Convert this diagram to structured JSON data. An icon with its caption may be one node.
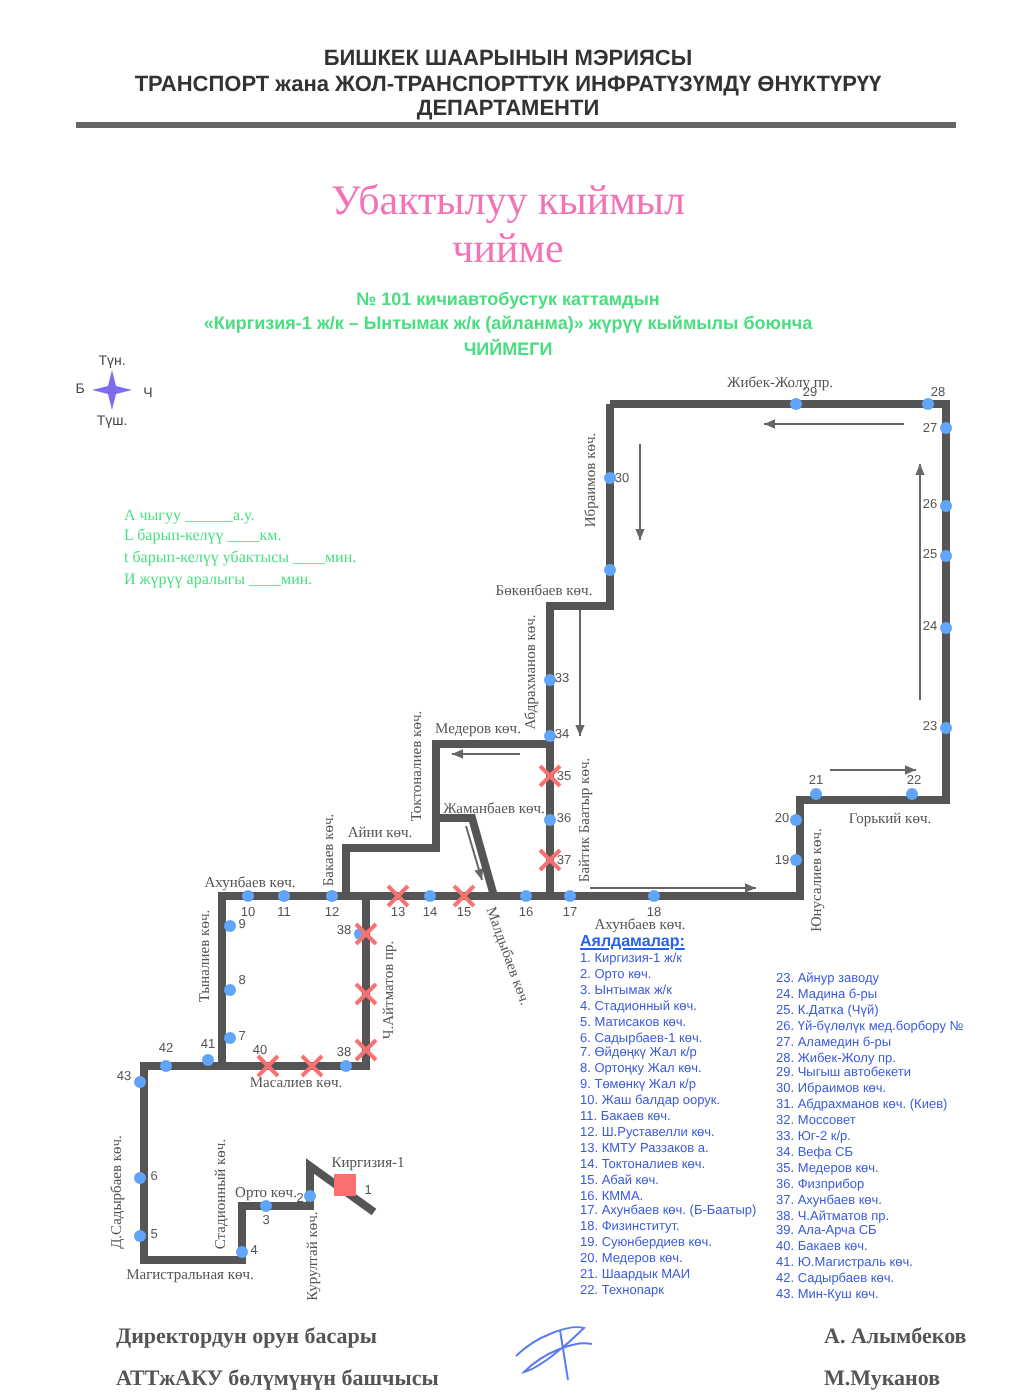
{
  "diagram": {
    "title": "Убактылуу кыймыл чийме",
    "labels": [
      "БИШКЕК ШААРЫНЫН МЭРИЯСЫ",
      "ТРАНСПОРТ жана ЖОЛ-ТРАНСПОРТТУК ИНФРАТҮЗҮМДҮ ӨНҮКТҮРҮҮ",
      "ДЕПАРТАМЕНТИ",
      "№ 101 кичиавтобустук каттамдын",
      "«Киргизия-1 ж/к – Ынтымак ж/к (айланма)» жүрүү кыймылы боюнча",
      "ЧИЙМЕГИ",
      "Түн.",
      "Б",
      "Ч",
      "Түш.",
      "А чыгуу ______а.у.",
      "L барып-келүү ____км.",
      "t барып-келүү убактысы ____мин.",
      "И жүрүү аралыгы ____мин.",
      "Жибек-Жолу пр.",
      "29",
      "28",
      "27",
      "Ибраимов көч.",
      "30",
      "26",
      "25",
      "24",
      "Бөкөнбаев көч.",
      "Абдрахманов көч.",
      "33",
      "23",
      "Медеров көч.",
      "34",
      "Токтоналиев көч.",
      "35",
      "21",
      "22",
      "Байтик Баатыр көч.",
      "Жаманбаев көч.",
      "36",
      "20",
      "Горький көч.",
      "Айни көч.",
      "Бакаев көч.",
      "37",
      "19",
      "Юнусалиев көч.",
      "Ахунбаев көч.",
      "10",
      "11",
      "12",
      "13",
      "14",
      "15",
      "16",
      "17",
      "18",
      "Ахунбаев көч.",
      "Малдыбаев көч.",
      "9",
      "38",
      "Тыналиев көч.",
      "Ч.Айтматов пр.",
      "8",
      "7",
      "41",
      "42",
      "40",
      "38",
      "43",
      "Масалиев көч.",
      "Д.Садырбаев көч.",
      "6",
      "Киргизия-1",
      "Орто көч.",
      "1",
      "Стадионный көч.",
      "5",
      "3",
      "2",
      "Курултай көч.",
      "4",
      "Магистральная көч.",
      "Аялдамалар:",
      "1. Киргизия-1 ж/к",
      "2. Орто көч.",
      "3. Ынтымак ж/к",
      "4. Стадионный көч.",
      "5. Матисаков көч.",
      "6. Садырбаев-1 көч.",
      "7. Өйдөңкү Жал к/р",
      "8. Ортоңку Жал көч.",
      "9. Төмөнкү Жал к/р",
      "10. Жаш балдар оорук.",
      "11. Бакаев көч.",
      "12. Ш.Руставелли көч.",
      "13. КМТУ Раззаков а.",
      "14. Токтоналиев көч.",
      "15. Абай көч.",
      "16. КММА.",
      "17. Ахунбаев көч. (Б-Баатыр)",
      "18. Физинститут.",
      "19. Суюнбердиев көч.",
      "20. Медеров көч.",
      "21. Шаардык МАИ",
      "22. Технопарк",
      "23. Айнур заводу",
      "24. Мадина б-ры",
      "25. К.Датка (Чүй)",
      "26. Үй-бүлөлүк мед.борбору №",
      "27. Аламедин б-ры",
      "28. Жибек-Жолу пр.",
      "29. Чыгыш автобекети",
      "30. Ибраимов көч.",
      "31. Абдрахманов көч. (Киев)",
      "32. Моссовет",
      "33. Юг-2 к/р.",
      "34. Вефа СБ",
      "35. Медеров көч.",
      "36. Физприбор",
      "37. Ахунбаев көч.",
      "38. Ч.Айтматов пр.",
      "39. Ала-Арча СБ",
      "40. Бакаев көч.",
      "41. Ю.Магистраль көч.",
      "42. Садырбаев көч.",
      "43. Мин-Куш көч.",
      "Директордун орун басары",
      "А. Алымбеков",
      "АТТжАКУ бөлүмүнүн башчысы",
      "М.Муканов"
    ]
  }
}
